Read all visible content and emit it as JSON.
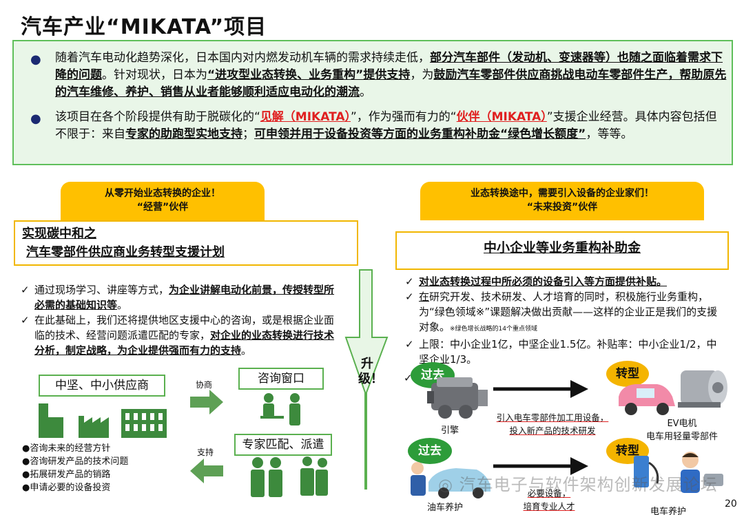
{
  "title": "汽车产业“MIKATA”项目",
  "intro": {
    "p1_a": "随着汽车电动化趋势深化，日本国内对内燃发动机车辆的需求持续走低，",
    "p1_b": "部分汽车部件（发动机、变速器等）也随之面临着需求下降的问题",
    "p1_c": "。针对现状，日本为",
    "p1_d": "“进攻型业态转换、业务重构”提供支持",
    "p1_e": "，为",
    "p1_f": "鼓励汽车零部件供应商挑战电动车零部件生产，帮助原先的汽车维修、养护、销售从业者能够顺利适应电动化的潮流",
    "p1_g": "。",
    "p2_a": "该项目在各个阶段提供有助于脱碳化的“",
    "p2_b": "见解（MIKATA）",
    "p2_c": "”，作为强而有力的“",
    "p2_d": "伙伴（MIKATA）",
    "p2_e": "”支援企业经营。具体内容包括但不限于：来自",
    "p2_f": "专家的助跑型实地支持",
    "p2_g": "；",
    "p2_h": "可申领并用于设备投资等方面的业务重构补助金“绿色增长额度”",
    "p2_i": "，等等。"
  },
  "left": {
    "banner_l1": "从零开始业态转换的企业！",
    "banner_l2": "“经营”伙伴",
    "plan_l1": "实现碳中和之",
    "plan_l2": "汽车零部件供应商业务转型支援计划",
    "c1_a": "通过现场学习、讲座等方式，",
    "c1_b": "为企业讲解电动化前景，传授转型所必需的基础知识等",
    "c1_c": "。",
    "c2_a": "在此基础上，我们还将提供地区支援中心的咨询，或是根据企业面临的技术、经营问题派遣匹配的专家，",
    "c2_b": "对企业的业态转换进行技术分析，制定战略，为企业提供强而有力的支持",
    "c2_c": "。",
    "supplier_box": "中坚、中小供应商",
    "consult_box": "咨询窗口",
    "expert_box": "专家匹配、派遣",
    "arrow_consult": "协商",
    "arrow_support": "支持",
    "list": [
      "●咨询未来的经营方针",
      "●咨询研发产品的技术问题",
      "●拓展研发产品的销路",
      "●申请必要的设备投资"
    ]
  },
  "middle": {
    "upgrade": "升级！"
  },
  "right": {
    "banner_l1": "业态转换途中，需要引入设备的企业家们！",
    "banner_l2": "“未来投资”伙伴",
    "subsidy_title": "中小企业等业务重构补助金",
    "r1": "对业态转换过程中所必须的设备引入等方面提供补贴。",
    "r2_a": "在",
    "r2_b": "研究开发、技术研发、人才培育的同时，积极施行业务重构，为“绿色领域※”课题解决做出贡献——这样的企业正是我们的支援对象。",
    "r2_note": "※绿色增长战略的14个重点领域",
    "r3": "上限：中小企业1亿，中坚企业1.5亿。补贴率：中小企业1/2，中坚企业1/3。",
    "past": "过去",
    "transform": "转型",
    "engine": "引擎",
    "ev_l1": "EV电机",
    "ev_l2": "电车用轻量零部件",
    "arrow1_l1": "引入电车零部件加工用设备，",
    "arrow1_l2": "投入新产品的技术研发",
    "oil_care": "油车养护",
    "ev_care": "电车养护",
    "arrow2_l1": "必要设备，",
    "arrow2_l2": "培育专业人才"
  },
  "watermark": "汽车电子与软件架构创新发展论坛",
  "page_number": "20"
}
